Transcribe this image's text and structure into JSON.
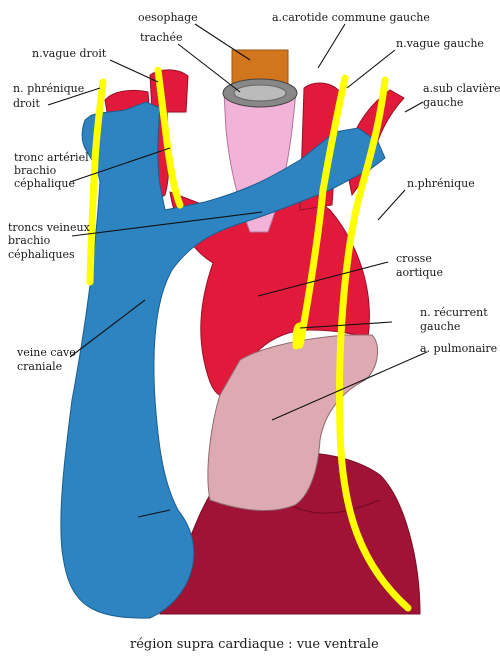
{
  "labels": {
    "oesophage": "oesophage",
    "carotide": "a.carotide commune gauche",
    "trachee": "trachée",
    "vague_droit": "n.vague droit",
    "vague_gauche": "n.vague gauche",
    "phrenique_droit_1": "n. phrénique",
    "phrenique_droit_2": "droit",
    "subclaviere_1": "a.sub clavière",
    "subclaviere_2": "gauche",
    "tronc_arteriel_1": "tronc artériel",
    "tronc_arteriel_2": "brachio",
    "tronc_arteriel_3": "céphalique",
    "n_phrenique": "n.phrénique",
    "troncs_veineux_1": "troncs veineux",
    "troncs_veineux_2": "brachio",
    "troncs_veineux_3": "céphaliques",
    "crosse_1": "crosse",
    "crosse_2": "aortique",
    "recurrent_1": "n. récurrent",
    "recurrent_2": "gauche",
    "pulmonaire": "a. pulmonaire",
    "veine_cave_1": "veine cave",
    "veine_cave_2": "craniale"
  },
  "caption": "région supra cardiaque : vue ventrale",
  "colors": {
    "vein": "#2d84c0",
    "artery": "#e11a3c",
    "heart": "#a01336",
    "pulmonary": "#dcaab0",
    "trachea": "#f2b3d9",
    "esophagus": "#d2761e",
    "nerve": "#ffff00"
  }
}
